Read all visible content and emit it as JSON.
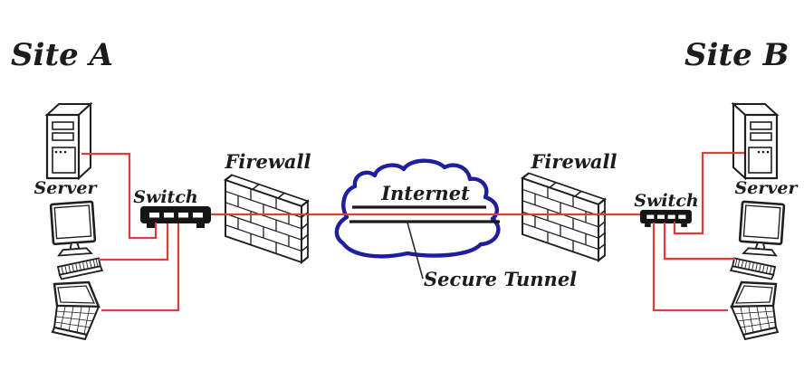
{
  "site_a": {
    "title": "Site A",
    "server_label": "Server",
    "switch_label": "Switch",
    "firewall_label": "Firewall"
  },
  "site_b": {
    "title": "Site B",
    "server_label": "Server",
    "switch_label": "Switch",
    "firewall_label": "Firewall"
  },
  "center": {
    "internet_label": "Internet",
    "secure_tunnel_label": "Secure Tunnel"
  },
  "colors": {
    "connection_line": "#e13b3b",
    "cloud_outline": "#1e1e9e",
    "tunnel_bars": "#1a1a1a",
    "ink": "#1f1f1f",
    "background": "#ffffff"
  },
  "topology": {
    "site_a_devices": [
      "Server",
      "Desktop PC",
      "Laptop"
    ],
    "site_b_devices": [
      "Server",
      "Desktop PC",
      "Laptop"
    ],
    "connections": [
      "Site A Server - Site A Switch",
      "Site A Desktop PC - Site A Switch",
      "Site A Laptop - Site A Switch",
      "Site A Switch - Site A Firewall",
      "Site A Firewall - Internet via Secure Tunnel",
      "Internet via Secure Tunnel - Site B Firewall",
      "Site B Firewall - Site B Switch",
      "Site B Switch - Site B Server",
      "Site B Switch - Site B Desktop PC",
      "Site B Switch - Site B Laptop"
    ]
  }
}
